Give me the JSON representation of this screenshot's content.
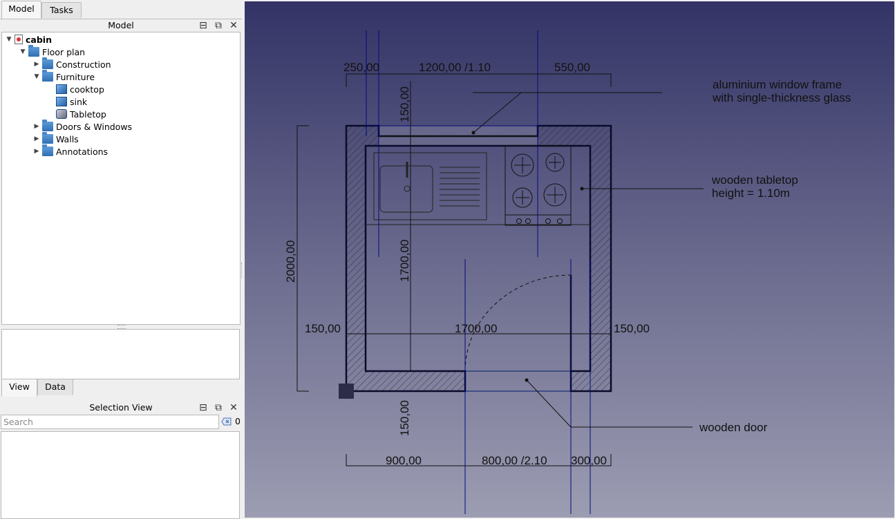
{
  "left_panel": {
    "tabs": [
      "Model",
      "Tasks"
    ],
    "model_title": "Model",
    "tree": {
      "root": "cabin",
      "floor_plan": "Floor plan",
      "construction": "Construction",
      "furniture": "Furniture",
      "cooktop": "cooktop",
      "sink": "sink",
      "tabletop": "Tabletop",
      "doors_windows": "Doors & Windows",
      "walls": "Walls",
      "annotations": "Annotations"
    },
    "bottom_tabs": [
      "View",
      "Data"
    ],
    "selection_title": "Selection View",
    "search_placeholder": "Search",
    "selection_count": "0"
  },
  "drawing": {
    "dims": {
      "top_left": "250,00",
      "top_mid": "1200,00 /1.10",
      "top_right": "550,00",
      "window_depth": "150,00",
      "height_total": "2000,00",
      "inner_height": "1700,00",
      "wall_left": "150,00",
      "inner_width": "1700,00",
      "wall_right": "150,00",
      "door_depth": "150,00",
      "bottom_left": "900,00",
      "bottom_mid": "800,00 /2.10",
      "bottom_right": "300,00"
    },
    "notes": {
      "window_1": "aluminium window frame",
      "window_2": "with single-thickness glass",
      "tabletop_1": "wooden tabletop",
      "tabletop_2": "height = 1.10m",
      "door": "wooden door"
    }
  }
}
